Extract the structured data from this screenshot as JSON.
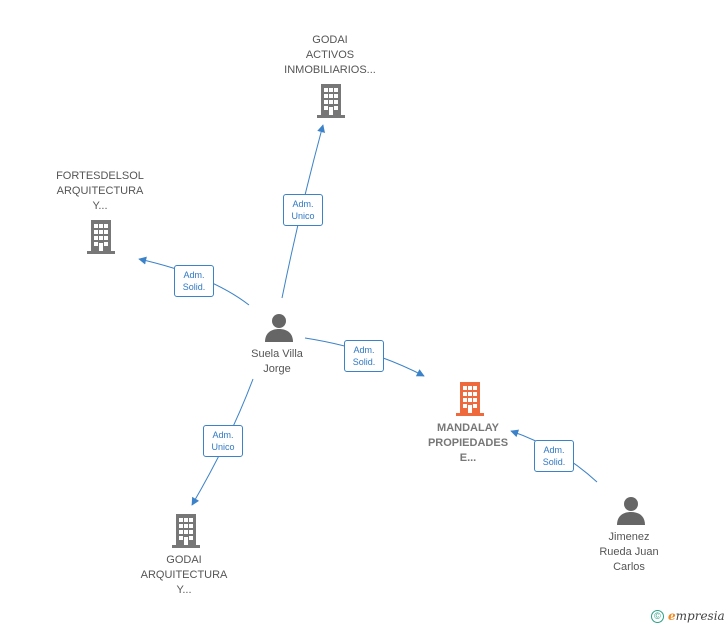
{
  "colors": {
    "edge": "#3b82c8",
    "building": "#777777",
    "building_main": "#ee6a3c",
    "person": "#666666"
  },
  "nodes": {
    "godai_activos": {
      "type": "building",
      "icon": "building-icon",
      "label": [
        "GODAI",
        "ACTIVOS",
        "INMOBILIARIOS..."
      ]
    },
    "fortesdelsol": {
      "type": "building",
      "icon": "building-icon",
      "label": [
        "FORTESDELSOL",
        "ARQUITECTURA",
        "Y..."
      ]
    },
    "suela": {
      "type": "person",
      "icon": "person-icon",
      "label": [
        "Suela Villa",
        "Jorge"
      ]
    },
    "mandalay": {
      "type": "building-main",
      "icon": "building-icon",
      "label": [
        "MANDALAY",
        "PROPIEDADES",
        "E..."
      ]
    },
    "godai_arq": {
      "type": "building",
      "icon": "building-icon",
      "label": [
        "GODAI",
        "ARQUITECTURA",
        "Y..."
      ]
    },
    "jimenez": {
      "type": "person",
      "icon": "person-icon",
      "label": [
        "Jimenez",
        "Rueda Juan",
        "Carlos"
      ]
    }
  },
  "edges": {
    "suela_godai_activos": [
      "Adm.",
      "Unico"
    ],
    "suela_fortesdelsol": [
      "Adm.",
      "Solid."
    ],
    "suela_mandalay": [
      "Adm.",
      "Solid."
    ],
    "suela_godai_arq": [
      "Adm.",
      "Unico"
    ],
    "jimenez_mandalay": [
      "Adm.",
      "Solid."
    ]
  },
  "brand": {
    "copyright": "©",
    "initial": "e",
    "rest": "mpresia"
  }
}
